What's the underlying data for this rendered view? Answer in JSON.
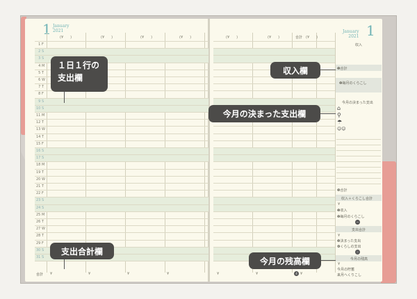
{
  "left_page": {
    "month_number": "1",
    "month_name": "January",
    "year": "2021",
    "column_headers": [
      "(¥　　)",
      "(¥　　)",
      "(¥　　)",
      "(¥　　)"
    ],
    "days": [
      {
        "n": "1",
        "w": "F",
        "t": "weekday"
      },
      {
        "n": "2",
        "w": "S",
        "t": "sat"
      },
      {
        "n": "3",
        "w": "S",
        "t": "sun"
      },
      {
        "n": "4",
        "w": "M",
        "t": "weekday"
      },
      {
        "n": "5",
        "w": "T",
        "t": "weekday"
      },
      {
        "n": "6",
        "w": "W",
        "t": "weekday"
      },
      {
        "n": "7",
        "w": "T",
        "t": "weekday"
      },
      {
        "n": "8",
        "w": "F",
        "t": "weekday"
      },
      {
        "n": "9",
        "w": "S",
        "t": "sat"
      },
      {
        "n": "10",
        "w": "S",
        "t": "sun"
      },
      {
        "n": "11",
        "w": "M",
        "t": "weekday"
      },
      {
        "n": "12",
        "w": "T",
        "t": "weekday"
      },
      {
        "n": "13",
        "w": "W",
        "t": "weekday"
      },
      {
        "n": "14",
        "w": "T",
        "t": "weekday"
      },
      {
        "n": "15",
        "w": "F",
        "t": "weekday"
      },
      {
        "n": "16",
        "w": "S",
        "t": "sat"
      },
      {
        "n": "17",
        "w": "S",
        "t": "sun"
      },
      {
        "n": "18",
        "w": "M",
        "t": "weekday"
      },
      {
        "n": "19",
        "w": "T",
        "t": "weekday"
      },
      {
        "n": "20",
        "w": "W",
        "t": "weekday"
      },
      {
        "n": "21",
        "w": "T",
        "t": "weekday"
      },
      {
        "n": "22",
        "w": "F",
        "t": "weekday"
      },
      {
        "n": "23",
        "w": "S",
        "t": "sat"
      },
      {
        "n": "24",
        "w": "S",
        "t": "sun"
      },
      {
        "n": "25",
        "w": "M",
        "t": "weekday"
      },
      {
        "n": "26",
        "w": "T",
        "t": "weekday"
      },
      {
        "n": "27",
        "w": "W",
        "t": "weekday"
      },
      {
        "n": "28",
        "w": "T",
        "t": "weekday"
      },
      {
        "n": "29",
        "w": "F",
        "t": "weekday"
      },
      {
        "n": "30",
        "w": "S",
        "t": "sat"
      },
      {
        "n": "31",
        "w": "S",
        "t": "sun"
      }
    ],
    "total_label": "合計",
    "yen": "¥"
  },
  "right_page": {
    "month_number": "1",
    "month_name": "January",
    "year": "2021",
    "column_headers": [
      "(¥　　)",
      "(¥　　)",
      "合計　(¥　　)"
    ],
    "yen": "¥",
    "sidebar": {
      "income_title": "収入",
      "total1": "❶合計",
      "monthly_living": "❷毎月のくらこし",
      "fixed_expense_title": "今月の決まった支出",
      "total3": "❸合計",
      "income_living_total": "収入＋くらこし合計",
      "income_line": "❶収入",
      "living_line": "❷毎月のくらこし",
      "expense_total": "支出合計",
      "fixed_line": "❸決まった支出",
      "daily_line": "❹くらしの支出",
      "balance_title": "今月の残高",
      "savings_line": "今月の貯蓄",
      "next_month_line": "来月へくりこし"
    }
  },
  "callouts": {
    "daily_row_line1": "１日１行の",
    "daily_row_line2": "支出欄",
    "expense_total": "支出合計欄",
    "income": "収入欄",
    "fixed_expense": "今月の決まった支出欄",
    "balance": "今月の残高欄"
  },
  "colors": {
    "accent_teal": "#6fb3b5",
    "tab_pink": "#e79d95",
    "callout_bg": "#4c4b49",
    "page_bg": "#fbf9ec",
    "weekend_shade": "#e6eddc"
  }
}
